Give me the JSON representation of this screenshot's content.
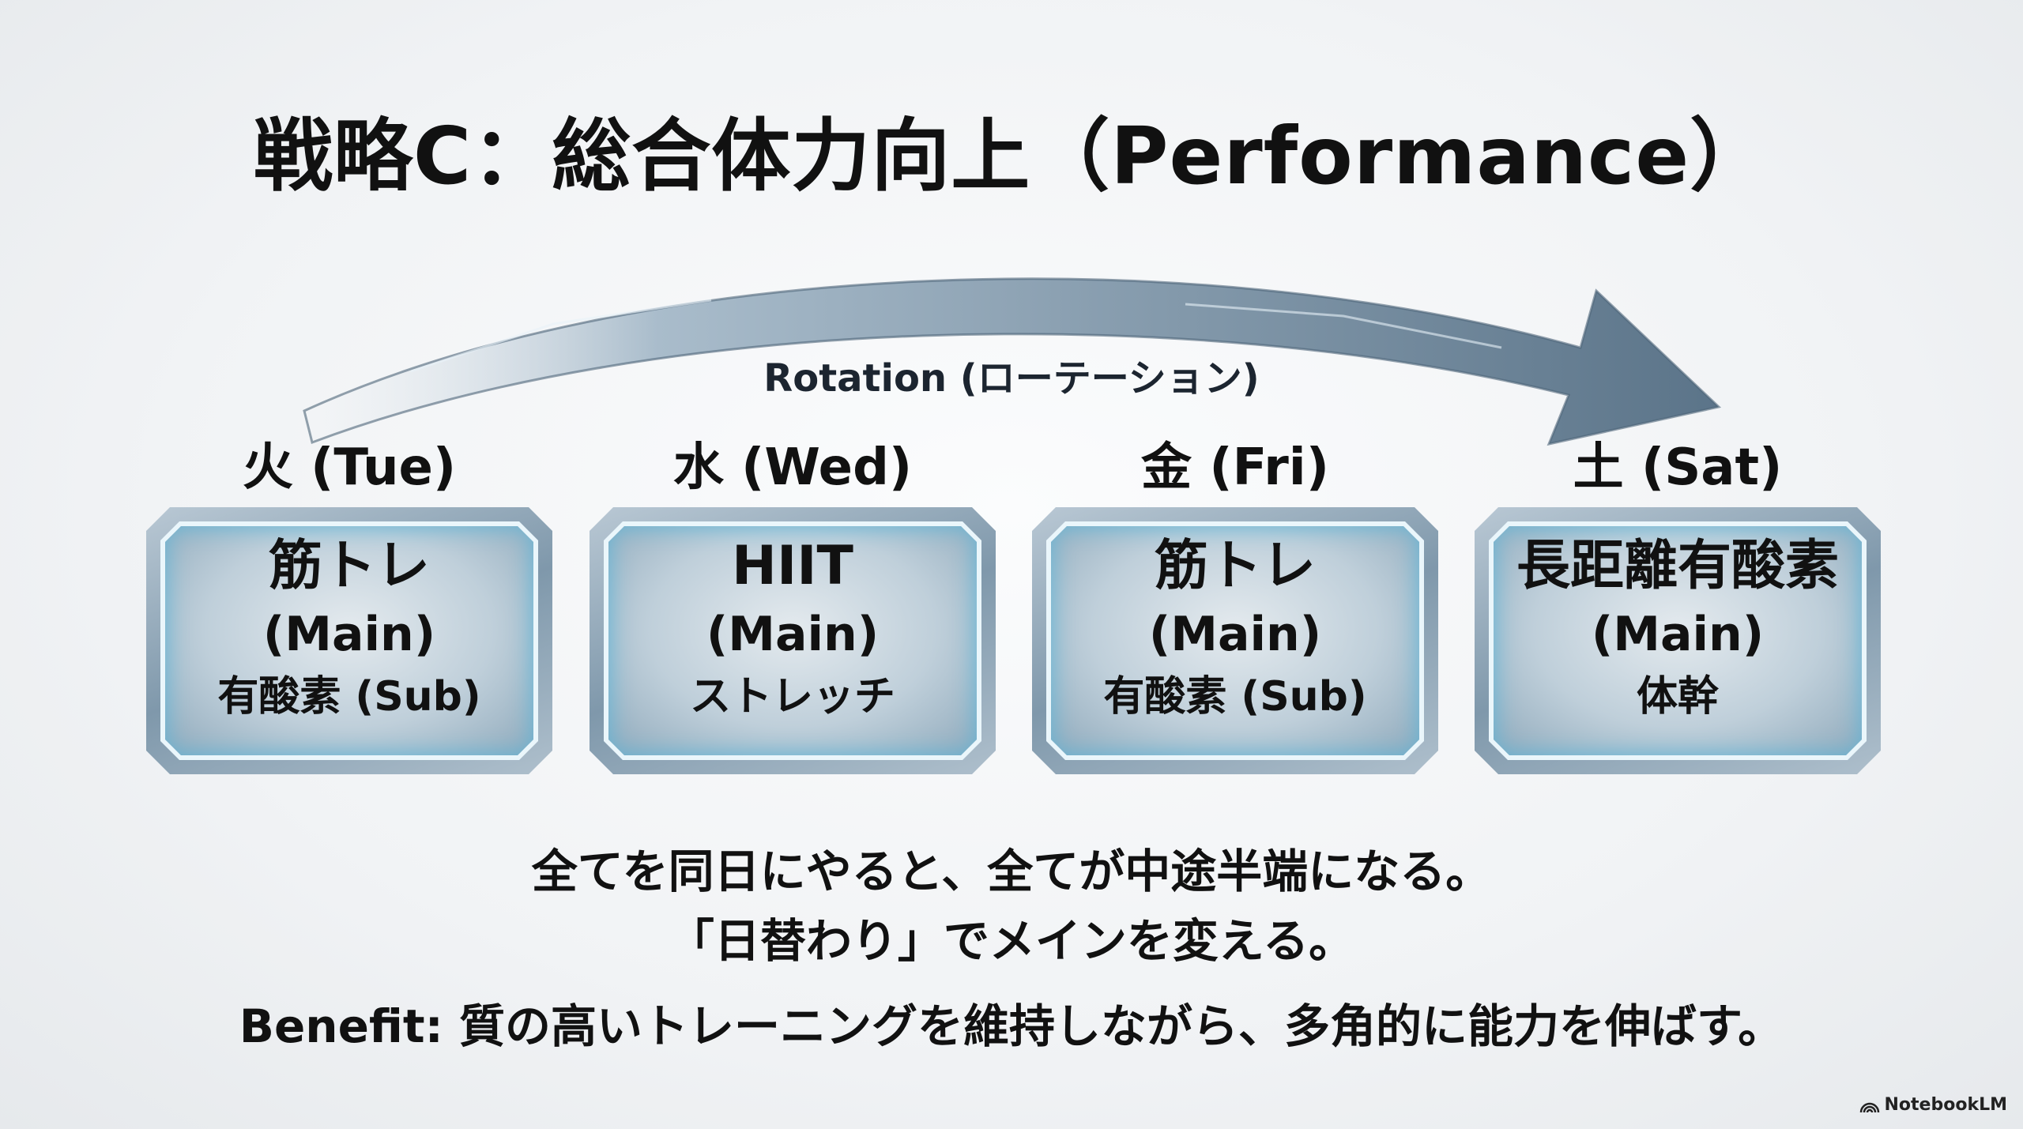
{
  "title": "戦略C：総合体力向上（Performance）",
  "rotation_label": "Rotation (ローテーション)",
  "days": [
    {
      "day": "火 (Tue)",
      "main": "筋トレ",
      "main_tag": "(Main)",
      "sub": "有酸素 (Sub)"
    },
    {
      "day": "水 (Wed)",
      "main": "HIIT",
      "main_tag": "(Main)",
      "sub": "ストレッチ"
    },
    {
      "day": "金 (Fri)",
      "main": "筋トレ",
      "main_tag": "(Main)",
      "sub": "有酸素 (Sub)"
    },
    {
      "day": "土 (Sat)",
      "main": "長距離有酸素",
      "main_tag": "(Main)",
      "sub": "体幹"
    }
  ],
  "message_line1": "全てを同日にやると、全てが中途半端になる。",
  "message_line2": "「日替わり」でメインを変える。",
  "benefit": "Benefit: 質の高いトレーニングを維持しながら、多角的に能力を伸ばす。",
  "brand": "NotebookLM",
  "colors": {
    "arrow": "#6f8799",
    "card_glow": "#5fb6d8",
    "text": "#111111"
  }
}
